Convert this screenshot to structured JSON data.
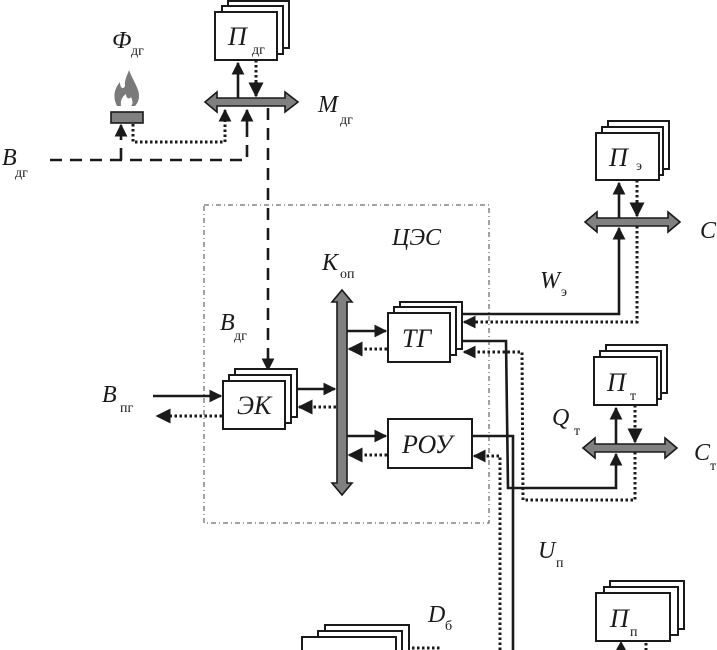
{
  "diagram": {
    "title": "ЦЭС",
    "nodes": {
      "p_dg": {
        "main": "П",
        "sub": "дг"
      },
      "ek": {
        "main": "ЭК"
      },
      "tg": {
        "main": "ТГ"
      },
      "rou": {
        "main": "РОУ"
      },
      "p_e": {
        "main": "П",
        "sub": "э"
      },
      "p_t": {
        "main": "П",
        "sub": "т"
      },
      "p_p": {
        "main": "П",
        "sub": "п"
      }
    },
    "labels": {
      "f_dg": {
        "main": "Ф",
        "sub": "дг"
      },
      "m_dg": {
        "main": "М",
        "sub": "дг"
      },
      "b_dg_top": {
        "main": "В",
        "sub": "дг"
      },
      "b_dg_inner": {
        "main": "В",
        "sub": "дг"
      },
      "b_pg": {
        "main": "В",
        "sub": "пг"
      },
      "k_op": {
        "main": "К",
        "sub": "оп"
      },
      "w_e": {
        "main": "W",
        "sub": "э"
      },
      "c_e": {
        "main": "С",
        "sub": ""
      },
      "q_t": {
        "main": "Q",
        "sub": "т"
      },
      "c_t": {
        "main": "С",
        "sub": "т"
      },
      "u_p": {
        "main": "U",
        "sub": "п"
      },
      "d_b": {
        "main": "D",
        "sub": "б"
      }
    },
    "icons": {
      "burner": "flame-icon"
    },
    "colors": {
      "bus_fill": "#808080",
      "line": "#1a1a1a",
      "flame": "#7a7a7a"
    }
  }
}
